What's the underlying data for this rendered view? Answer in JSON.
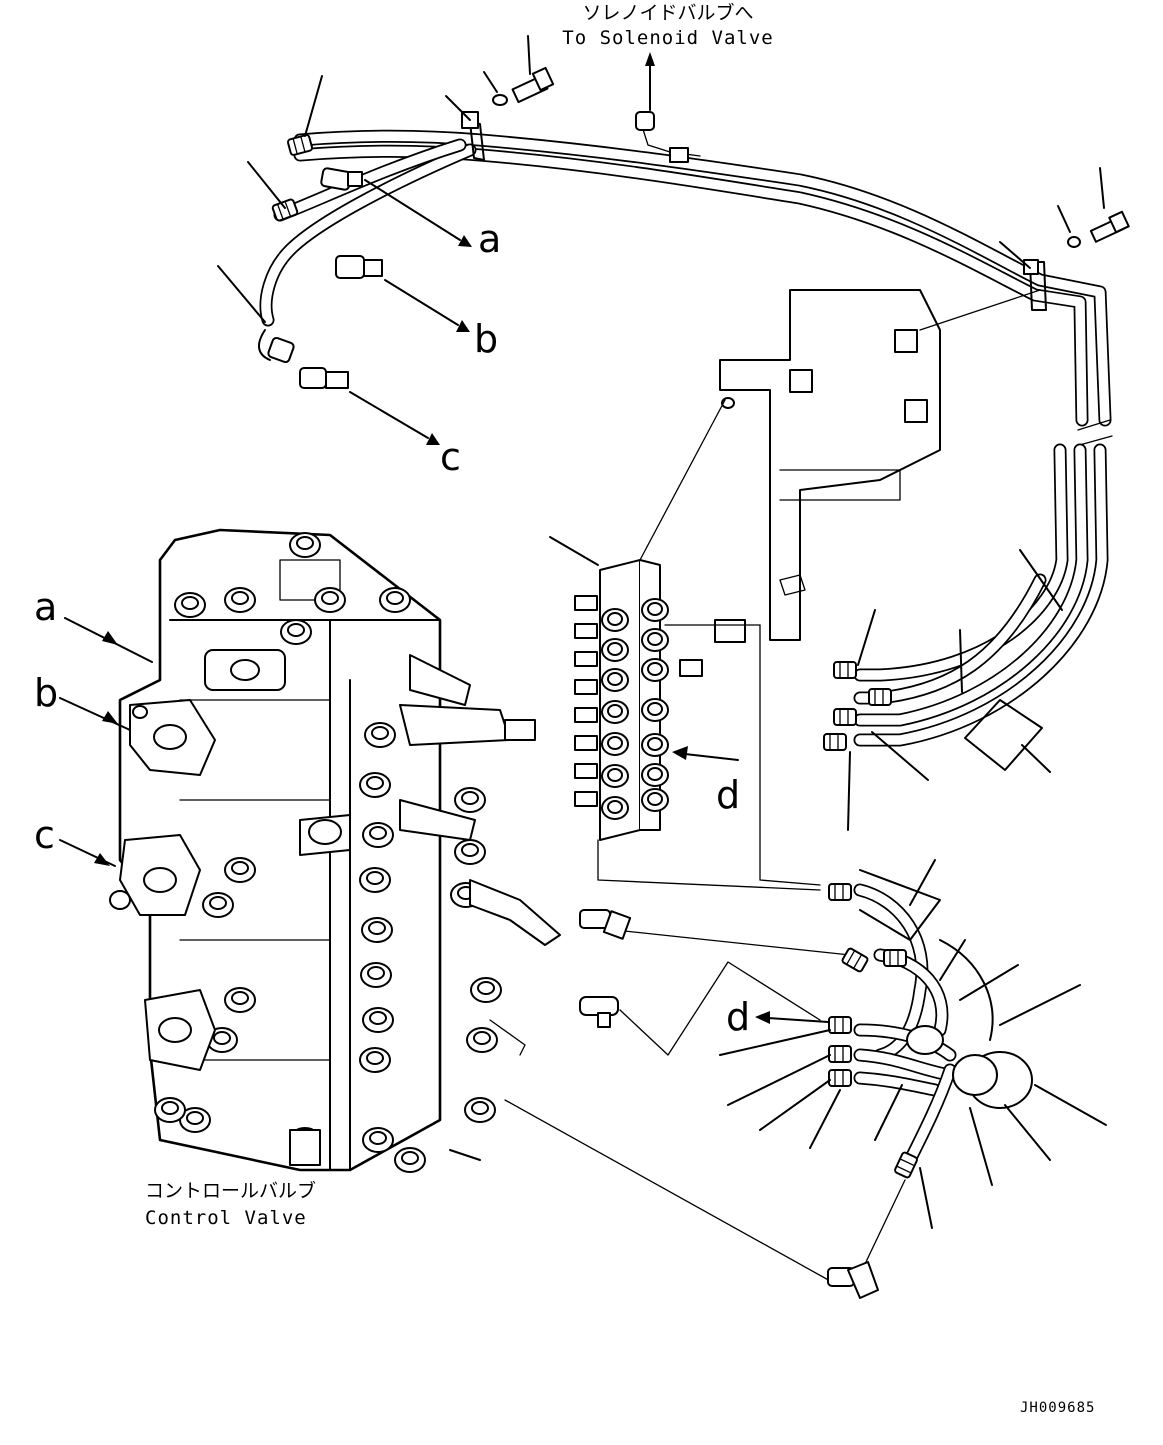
{
  "callouts": {
    "solenoid_jp": "ソレノイドバルブへ",
    "solenoid_en": "To Solenoid Valve",
    "control_valve_jp": "コントロールバルブ",
    "control_valve_en": "Control Valve"
  },
  "markers": {
    "a": "a",
    "b": "b",
    "c": "c",
    "d": "d"
  },
  "drawing_code": "JH009685"
}
